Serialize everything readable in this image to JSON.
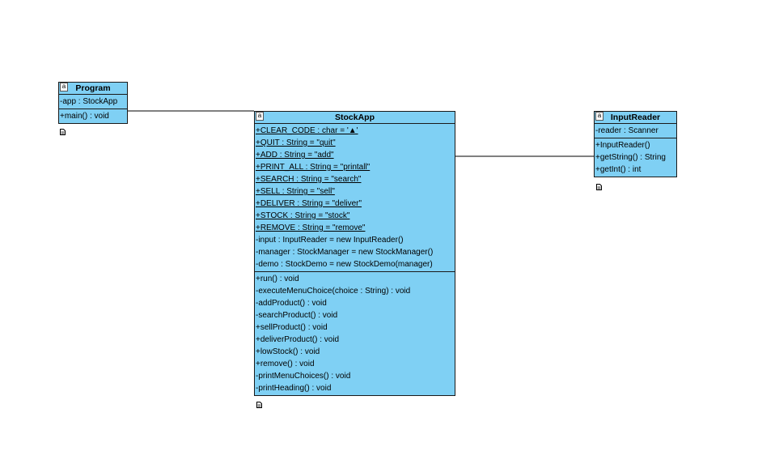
{
  "diagram": {
    "classes": [
      {
        "id": "program",
        "name": "Program",
        "attributes": [
          {
            "text": "-app : StockApp",
            "static": false
          }
        ],
        "operations": [
          {
            "text": "+main() : void",
            "static": false
          }
        ]
      },
      {
        "id": "stockapp",
        "name": "StockApp",
        "attributes": [
          {
            "text": "+CLEAR_CODE : char = '▲'",
            "static": true
          },
          {
            "text": "+QUIT : String = \"quit\"",
            "static": true
          },
          {
            "text": "+ADD : String = \"add\"",
            "static": true
          },
          {
            "text": "+PRINT_ALL : String = \"printall\"",
            "static": true
          },
          {
            "text": "+SEARCH : String = \"search\"",
            "static": true
          },
          {
            "text": "+SELL : String = \"sell\"",
            "static": true
          },
          {
            "text": "+DELIVER : String = \"deliver\"",
            "static": true
          },
          {
            "text": "+STOCK : String = \"stock\"",
            "static": true
          },
          {
            "text": "+REMOVE : String = \"remove\"",
            "static": true
          },
          {
            "text": "-input : InputReader = new InputReader()",
            "static": false
          },
          {
            "text": "-manager : StockManager = new StockManager()",
            "static": false
          },
          {
            "text": "-demo : StockDemo = new StockDemo(manager)",
            "static": false
          }
        ],
        "operations": [
          {
            "text": "+run() : void",
            "static": false
          },
          {
            "text": "-executeMenuChoice(choice : String) : void",
            "static": false
          },
          {
            "text": "-addProduct() : void",
            "static": false
          },
          {
            "text": "-searchProduct() : void",
            "static": false
          },
          {
            "text": "+sellProduct() : void",
            "static": false
          },
          {
            "text": "+deliverProduct() : void",
            "static": false
          },
          {
            "text": "+lowStock() : void",
            "static": false
          },
          {
            "text": "+remove() : void",
            "static": false
          },
          {
            "text": "-printMenuChoices() : void",
            "static": false
          },
          {
            "text": "-printHeading() : void",
            "static": false
          }
        ]
      },
      {
        "id": "inputreader",
        "name": "InputReader",
        "attributes": [
          {
            "text": "-reader : Scanner",
            "static": false
          }
        ],
        "operations": [
          {
            "text": "+InputReader()",
            "static": false
          },
          {
            "text": "+getString() : String",
            "static": false
          },
          {
            "text": "+getInt() : int",
            "static": false
          }
        ]
      }
    ],
    "associations": [
      {
        "from": "program",
        "to": "stockapp"
      },
      {
        "from": "stockapp",
        "to": "inputreader"
      }
    ],
    "colors": {
      "class_fill": "#7fd0f4",
      "border": "#1a1a1a",
      "line": "#000000"
    },
    "icons": {
      "class": "class-icon",
      "note": "document-icon"
    }
  }
}
